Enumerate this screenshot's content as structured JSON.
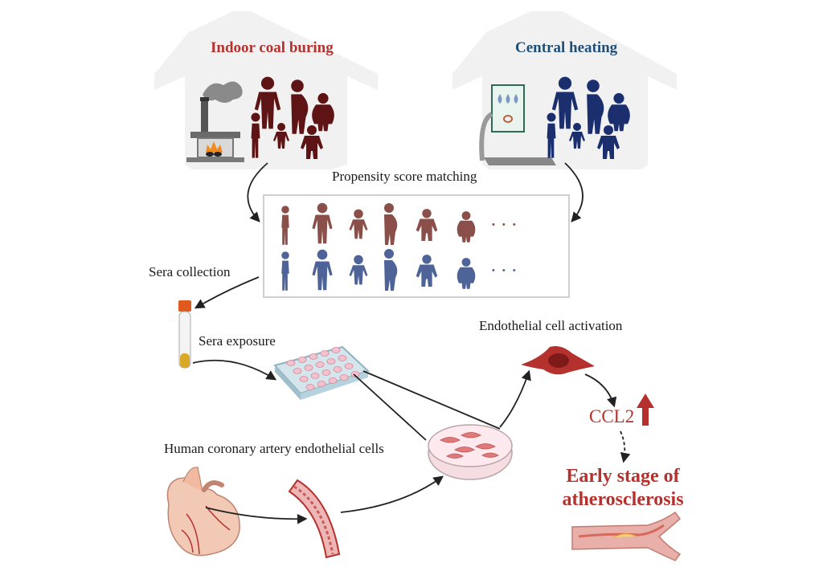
{
  "houses": {
    "coal": {
      "title": "Indoor coal buring"
    },
    "heating": {
      "title": "Central heating"
    }
  },
  "steps": {
    "psm": "Propensity score matching",
    "sera_collection": "Sera collection",
    "sera_exposure": "Sera exposure",
    "endothelial_activation": "Endothelial cell activation",
    "hcaec": "Human coronary artery endothelial cells"
  },
  "outcome": {
    "marker": "CCL2",
    "stage_line1": "Early stage of",
    "stage_line2": "atherosclerosis"
  },
  "psm_box": {
    "ellipsis_top": "• • •",
    "ellipsis_bottom": "• • •"
  },
  "colors": {
    "coal_people": "#5e1414",
    "heating_people": "#1b2f6e",
    "matched_top": "#8a4f48",
    "matched_bottom": "#4e6398",
    "accent_red": "#b5312e",
    "house": "#f1f1f1",
    "arrow": "#222222"
  }
}
